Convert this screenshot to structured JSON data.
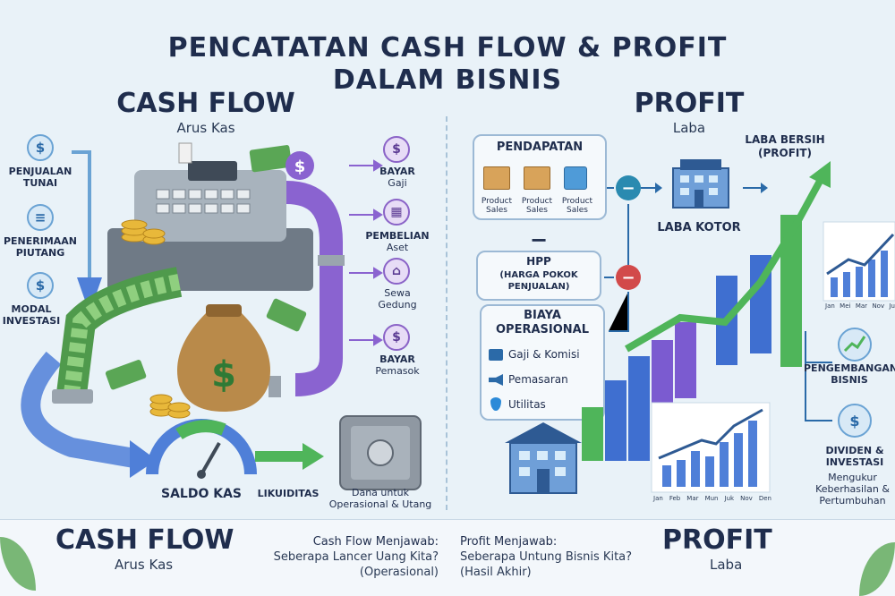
{
  "title": {
    "line1": "PENCATATAN CASH FLOW & PROFIT",
    "line2": "DALAM BISNIS"
  },
  "cashflow": {
    "heading": "CASH FLOW",
    "subheading": "Arus Kas",
    "inflows": [
      {
        "label": "PENJUALAN TUNAI",
        "icon": "hand-coin-icon"
      },
      {
        "label": "PENERIMAAN PIUTANG",
        "icon": "document-icon"
      },
      {
        "label": "MODAL INVESTASI",
        "icon": "money-bag-icon"
      }
    ],
    "outflows": [
      {
        "label1": "BAYAR",
        "label2": "Gaji",
        "icon": "payroll-icon"
      },
      {
        "label1": "PEMBELIAN",
        "label2": "Aset",
        "icon": "building-icon"
      },
      {
        "label1": "Sewa",
        "label2": "Gedung",
        "icon": "house-icon"
      },
      {
        "label1": "BAYAR",
        "label2": "Pemasok",
        "icon": "supplier-icon"
      }
    ],
    "saldo_label": "SALDO KAS",
    "likuiditas_label": "LIKUIDITAS",
    "dana_label1": "Dana untuk",
    "dana_label2": "Operasional & Utang"
  },
  "profit": {
    "heading": "PROFIT",
    "subheading": "Laba",
    "pendapatan_label": "PENDAPATAN",
    "products": [
      "Product Sales",
      "Product Sales",
      "Product Sales"
    ],
    "minus_sign": "−",
    "hpp_label1": "HPP",
    "hpp_label2": "(HARGA POKOK",
    "hpp_label3": "PENJUALAN)",
    "biaya_label1": "BIAYA",
    "biaya_label2": "OPERASIONAL",
    "biaya_items": [
      "Gaji & Komisi",
      "Pemasaran",
      "Utilitas"
    ],
    "laba_kotor_label": "LABA KOTOR",
    "laba_bersih_label1": "LABA BERSIH",
    "laba_bersih_label2": "(PROFIT)",
    "pengembangan_label1": "PENGEMBANGAN",
    "pengembangan_label2": "BISNIS",
    "dividen_label1": "DIVIDEN &",
    "dividen_label2": "INVESTASI",
    "mengukur_label1": "Mengukur",
    "mengukur_label2": "Keberhasilan &",
    "mengukur_label3": "Pertumbuhan",
    "small_chart_months": [
      "Jan",
      "Feb",
      "Mar",
      "Mun",
      "Juk",
      "Nov",
      "Den"
    ],
    "top_chart_months": [
      "Jan",
      "Mei",
      "Mar",
      "Nov",
      "Ju"
    ]
  },
  "bottom": {
    "cf_heading": "CASH FLOW",
    "cf_sub": "Arus Kas",
    "cf_q_title": "Cash Flow Menjawab:",
    "cf_q_line1": "Seberapa Lancer Uang Kita?",
    "cf_q_line2": "(Operasional)",
    "p_q_title": "Profit Menjawab:",
    "p_q_line1": "Seberapa Untung Bisnis Kita?",
    "p_q_line2": "(Hasil Akhir)",
    "p_heading": "PROFIT",
    "p_sub": "Laba"
  },
  "colors": {
    "navy": "#1f2d4d",
    "blue_pipe": "#4f7fd8",
    "purple_pipe": "#8a63d0",
    "money_green": "#4f9a4c",
    "bar_green": "#4fb55a",
    "bar_purple": "#7b5bd0",
    "bar_blue": "#3f6fd0",
    "minus_teal": "#2a8ab0",
    "minus_red": "#d24a4a"
  }
}
